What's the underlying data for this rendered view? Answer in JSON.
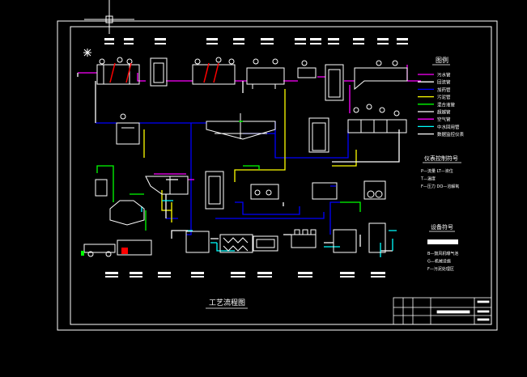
{
  "drawing": {
    "title": "工艺流程图",
    "colors": {
      "background": "#000000",
      "frame": "#ffffff",
      "equipment": "#ffffff",
      "sewage_pipe": "#ff00ff",
      "mixed_liquor_pipe": "#ff00ff",
      "reagent_pipe": "#0000ff",
      "sludge_pipe": "#ffff00",
      "return_pipe": "#00ff00",
      "air_pipe": "#ff00ff",
      "drain_pipe": "#00ffff",
      "red_mark": "#ff0000",
      "green_mark": "#00ff00"
    }
  },
  "legend": {
    "title": "图例",
    "items": [
      {
        "label": "污水管",
        "color": "#ff00ff"
      },
      {
        "label": "回流管",
        "color": "#ffffff"
      },
      {
        "label": "加药管",
        "color": "#0000ff"
      },
      {
        "label": "污泥管",
        "color": "#ffff00"
      },
      {
        "label": "混合液管",
        "color": "#00ff00"
      },
      {
        "label": "超越管",
        "color": "#ffffff"
      },
      {
        "label": "空气管",
        "color": "#ff00ff"
      },
      {
        "label": "中水回用管",
        "color": "#00ffff"
      },
      {
        "label": "数据监控仪表",
        "color": "#ffffff"
      }
    ]
  },
  "instrument_symbols": {
    "title": "仪表控制符号",
    "rows": [
      "P—流量  LT—液位",
      "T—温度",
      "F—压力  DO—溶解氧"
    ]
  },
  "equipment_symbols": {
    "title": "设备符号",
    "rows": [
      "B—鼓风机曝气池",
      "G—机械设施",
      "F—污泥处理区"
    ]
  }
}
